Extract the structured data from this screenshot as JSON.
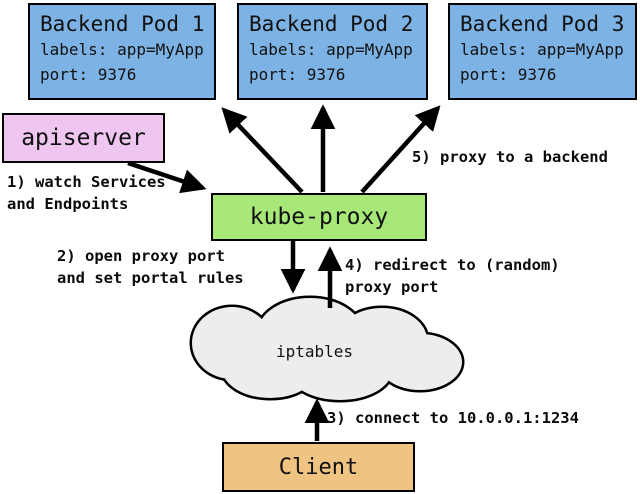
{
  "pods": [
    {
      "title": "Backend Pod 1",
      "labels": "labels: app=MyApp",
      "port": "port: 9376"
    },
    {
      "title": "Backend Pod 2",
      "labels": "labels: app=MyApp",
      "port": "port: 9376"
    },
    {
      "title": "Backend Pod 3",
      "labels": "labels: app=MyApp",
      "port": "port: 9376"
    }
  ],
  "nodes": {
    "apiserver": "apiserver",
    "kube_proxy": "kube-proxy",
    "iptables": "iptables",
    "client": "Client"
  },
  "steps": [
    {
      "lines": [
        "1) watch Services",
        "and Endpoints"
      ]
    },
    {
      "lines": [
        "2) open proxy port",
        "and set portal rules"
      ]
    },
    {
      "lines": [
        "3) connect to 10.0.0.1:1234"
      ]
    },
    {
      "lines": [
        "4) redirect to (random)",
        "proxy port"
      ]
    },
    {
      "lines": [
        "5) proxy to a backend"
      ]
    }
  ],
  "colors": {
    "pod_fill": "#7DB2E4",
    "apiserver_fill": "#EFC6EF",
    "kube_proxy_fill": "#A8E878",
    "iptables_fill": "#EDEDED",
    "client_fill": "#EFC381",
    "border": "#000000",
    "arrow": "#000000",
    "background": "#FFFFFF"
  }
}
